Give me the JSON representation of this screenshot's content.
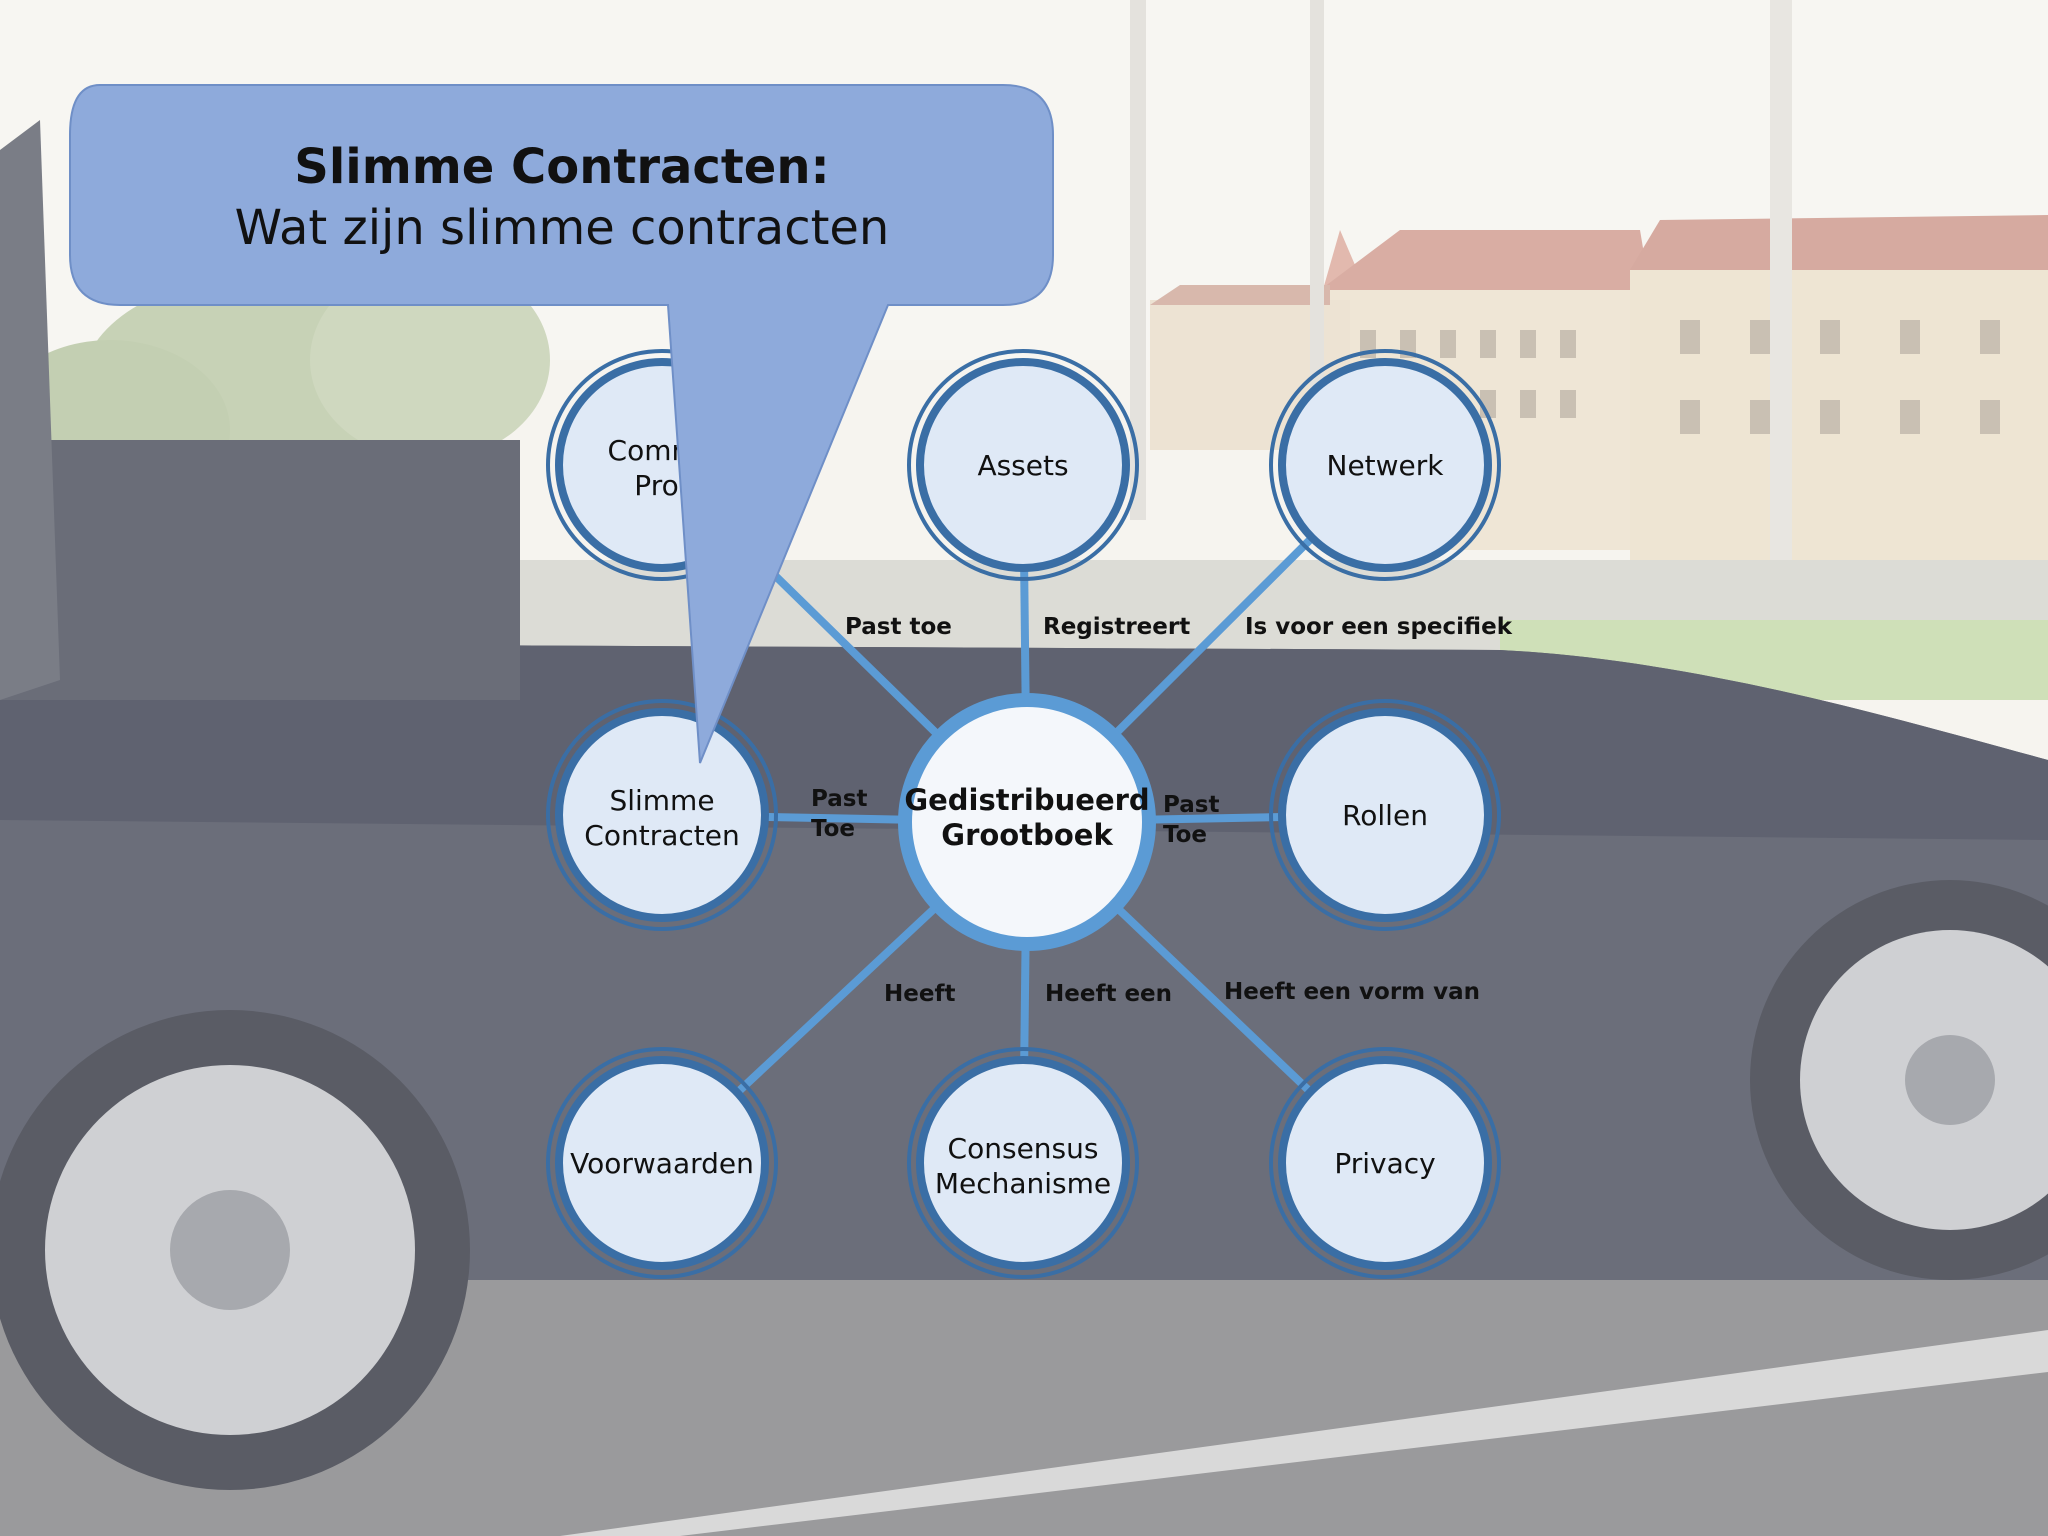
{
  "callout": {
    "title": "Slimme Contracten:",
    "subtitle": "Wat zijn slimme contracten"
  },
  "diagram": {
    "center": {
      "line1": "Gedistribueerd",
      "line2": "Grootboek"
    },
    "nodes": [
      {
        "id": "protocol",
        "line1": "Commu",
        "line2": "Prot"
      },
      {
        "id": "assets",
        "line1": "Assets"
      },
      {
        "id": "netwerk",
        "line1": "Netwerk"
      },
      {
        "id": "slimme-contracten",
        "line1": "Slimme",
        "line2": "Contracten"
      },
      {
        "id": "rollen",
        "line1": "Rollen"
      },
      {
        "id": "voorwaarden",
        "line1": "Voorwaarden"
      },
      {
        "id": "consensus",
        "line1": "Consensus",
        "line2": "Mechanisme"
      },
      {
        "id": "privacy",
        "line1": "Privacy"
      }
    ],
    "edges": [
      {
        "to": "protocol",
        "line1": "Past toe"
      },
      {
        "to": "assets",
        "line1": "Registreert"
      },
      {
        "to": "netwerk",
        "line1": "Is voor een specifiek"
      },
      {
        "to": "slimme-contracten",
        "line1": "Past",
        "line2": "Toe"
      },
      {
        "to": "rollen",
        "line1": "Past",
        "line2": "Toe"
      },
      {
        "to": "voorwaarden",
        "line1": "Heeft"
      },
      {
        "to": "consensus",
        "line1": "Heeft een"
      },
      {
        "to": "privacy",
        "line1": "Heeft een vorm van"
      }
    ]
  },
  "colors": {
    "edge": "#5b9bd5",
    "node_ring": "#3a6ea5",
    "node_fill": "#dfe9f6",
    "center_fill": "#f4f7fb",
    "callout_fill": "#8eaadb",
    "callout_stroke": "#6f8fc7"
  }
}
